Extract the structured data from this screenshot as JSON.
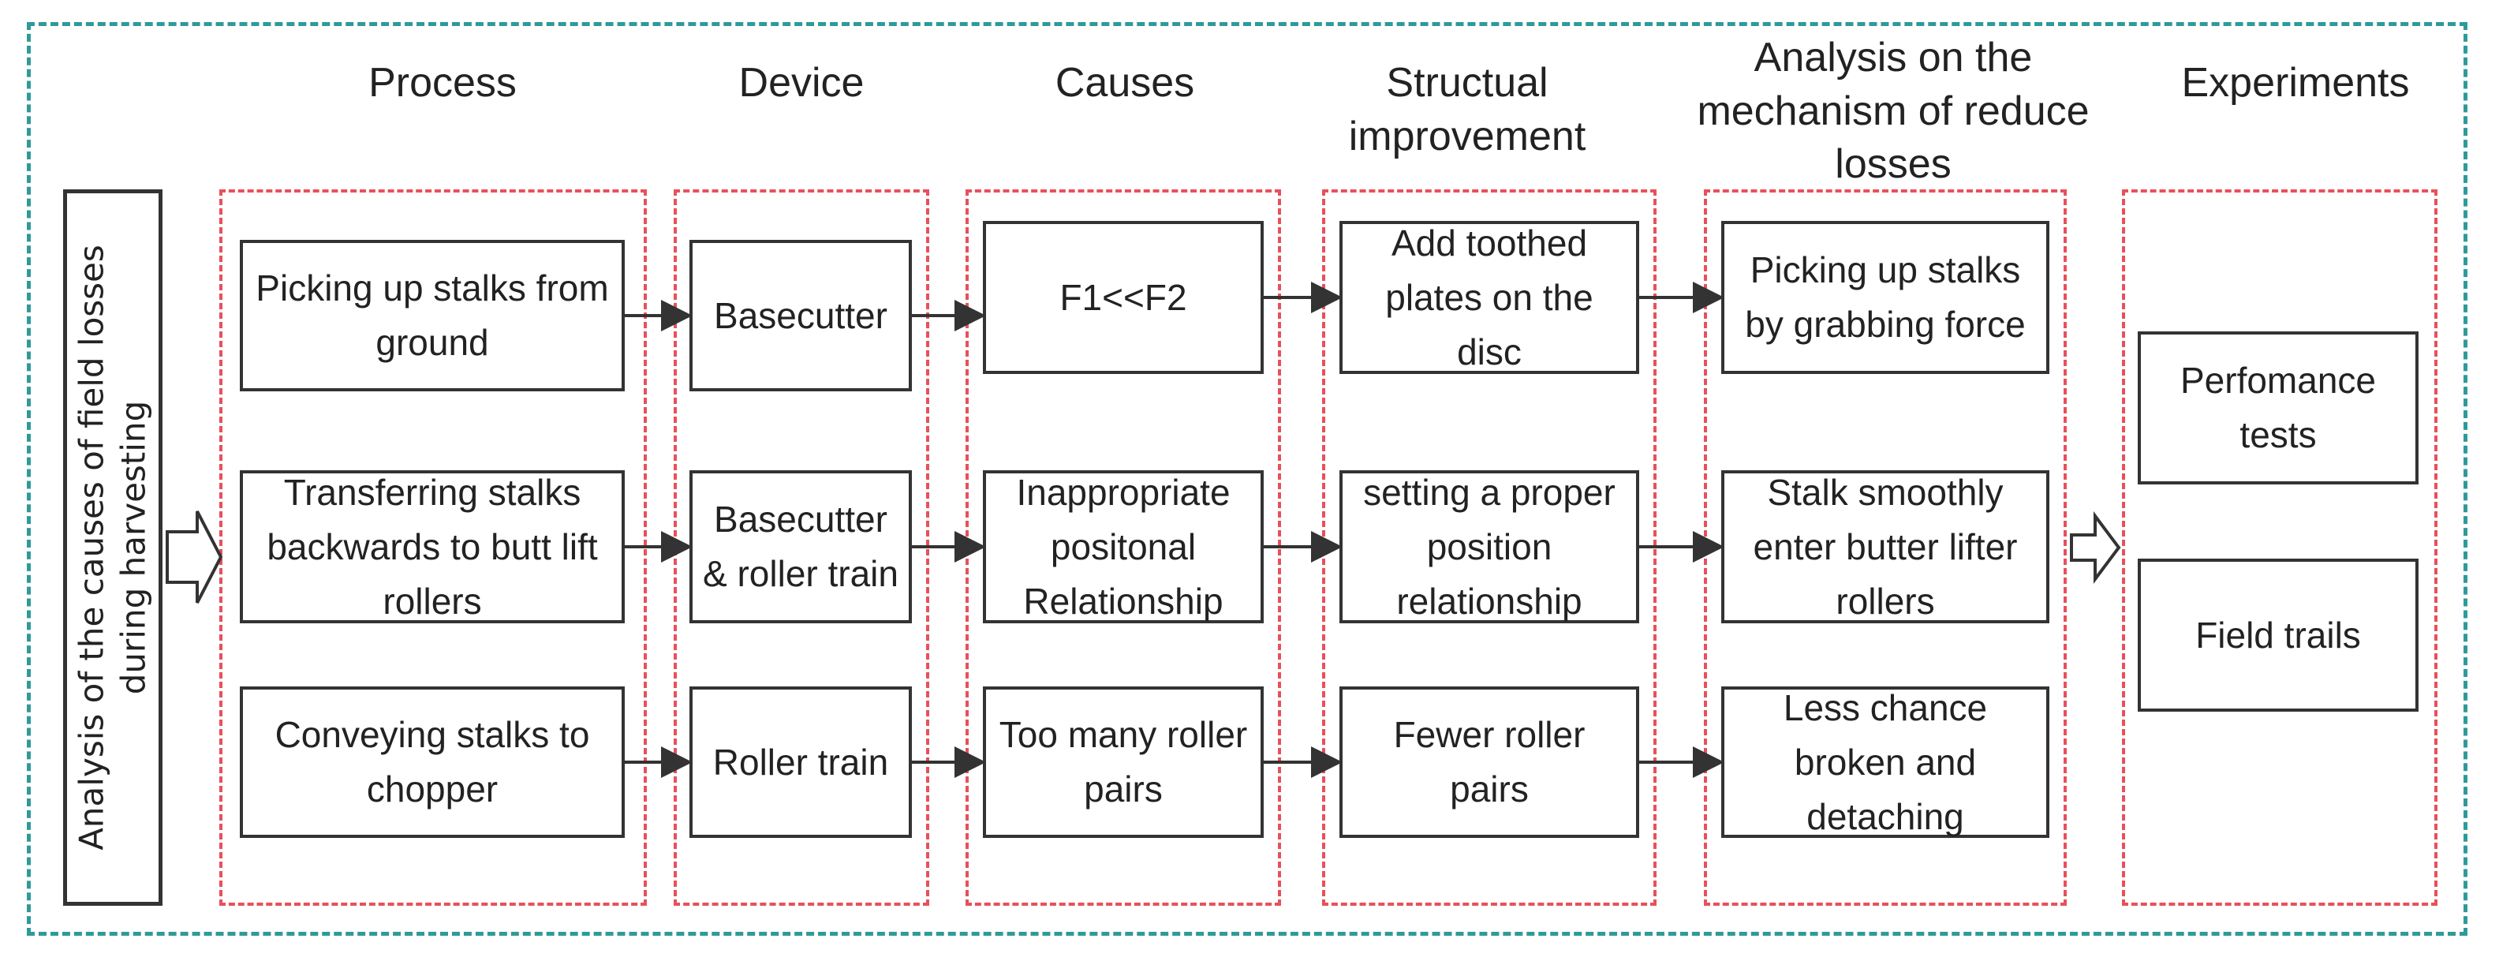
{
  "side_label": "Analysis of the causes of field losses during harvesting",
  "headers": {
    "process": "Process",
    "device": "Device",
    "causes": "Causes",
    "improvement": "Structual improvement",
    "mechanism": "Analysis on the mechanism of reduce losses",
    "experiments": "Experiments"
  },
  "rows": [
    {
      "process": "Picking up stalks from ground",
      "device": "Basecutter",
      "cause": "F1<<F2",
      "improvement": "Add toothed plates on the disc",
      "mechanism": "Picking up stalks by grabbing force"
    },
    {
      "process": "Transferring stalks backwards to butt lift rollers",
      "device": "Basecutter & roller train",
      "cause": "Inappropriate positonal Relationship",
      "improvement": "setting a proper position relationship",
      "mechanism": "Stalk smoothly enter butter lifter rollers"
    },
    {
      "process": "Conveying stalks to chopper",
      "device": "Roller train",
      "cause": "Too many roller pairs",
      "improvement": "Fewer roller pairs",
      "mechanism": "Less chance broken and detaching"
    }
  ],
  "experiments": [
    "Perfomance tests",
    "Field trails"
  ],
  "colors": {
    "outer_border": "#2e9a9a",
    "group_border": "#e8505b",
    "box_border": "#333333"
  }
}
